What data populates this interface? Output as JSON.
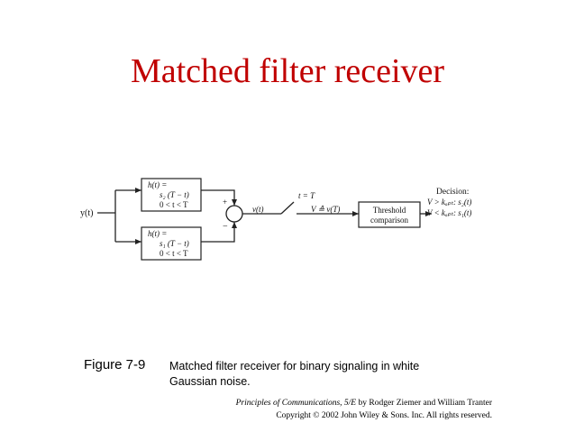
{
  "slide_title": "Matched filter receiver",
  "diagram": {
    "input_label": "y(t)",
    "filter_top": {
      "line1": "h(t) =",
      "line2": "s₂ (T − t)",
      "line3": "0 < t < T"
    },
    "filter_bottom": {
      "line1": "h(t) =",
      "line2": "s₁ (T − t)",
      "line3": "0 < t < T"
    },
    "sum_plus": "+",
    "sum_minus": "−",
    "sum_output_label": "v(t)",
    "switch_label": "t = T",
    "sample_label": "V ≙ v(T)",
    "threshold_line1": "Threshold",
    "threshold_line2": "comparison",
    "decision_title": "Decision:",
    "decision_line1": "V > kₒₚₜ: s₂(t)",
    "decision_line2": "V < kₒₚₜ: s₁(t)"
  },
  "caption": {
    "figure_number": "Figure 7-9",
    "text": "Matched filter receiver for binary signaling in white Gaussian noise."
  },
  "credit": {
    "book": "Principles of Communications, 5/E",
    "authors": " by Rodger Ziemer and William Tranter",
    "copyright": "Copyright © 2002 John Wiley & Sons. Inc. All rights reserved."
  },
  "colors": {
    "title": "#c00000",
    "line": "#222222"
  }
}
